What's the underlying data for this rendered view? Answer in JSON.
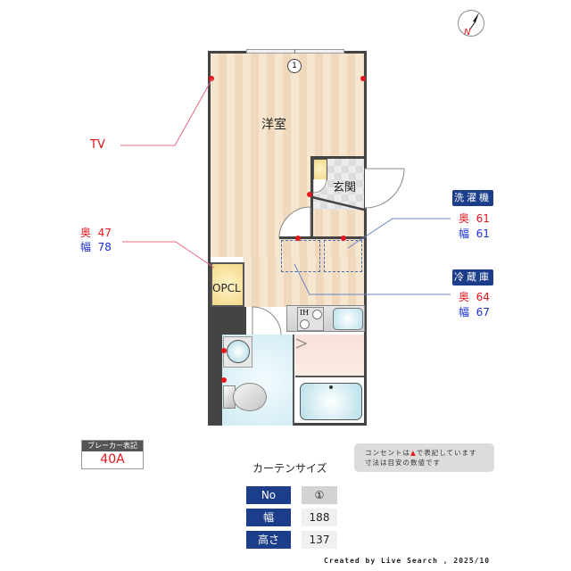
{
  "compass": {
    "icon": "north-compass-icon",
    "label": "N"
  },
  "rooms": {
    "western_room": "洋室",
    "entrance": "玄関",
    "closet": "OPCL",
    "window_marker": "1",
    "stove_label": "IH"
  },
  "callouts": {
    "tv": {
      "label": "TV"
    },
    "closet_dims": {
      "depth_label": "奥",
      "depth": "47",
      "width_label": "幅",
      "width": "78"
    },
    "washer": {
      "title": "洗濯機",
      "depth_label": "奥",
      "depth": "61",
      "width_label": "幅",
      "width": "61"
    },
    "fridge": {
      "title": "冷蔵庫",
      "depth_label": "奥",
      "depth": "64",
      "width_label": "幅",
      "width": "67"
    }
  },
  "breaker": {
    "title": "ブレーカー表記",
    "value": "40A"
  },
  "notes": {
    "line1_prefix": "コンセントは",
    "line1_suffix": "で表記しています",
    "line2": "寸法は目安の数値です"
  },
  "curtain": {
    "title": "カーテンサイズ",
    "rows": [
      {
        "label": "No",
        "value": "①"
      },
      {
        "label": "幅",
        "value": "188"
      },
      {
        "label": "高さ",
        "value": "137"
      }
    ]
  },
  "footer": {
    "credit": "Created by Live Search , 2025/10"
  },
  "colors": {
    "wall": "#444444",
    "floor_light": "#f6e6cf",
    "floor_dark": "#efd8bb",
    "outlet": "#e8141c",
    "label_navy": "#1b3d8a",
    "depth_red": "#e8141c",
    "width_blue": "#1a2fd6",
    "bath_blue": "#d6eef6"
  }
}
